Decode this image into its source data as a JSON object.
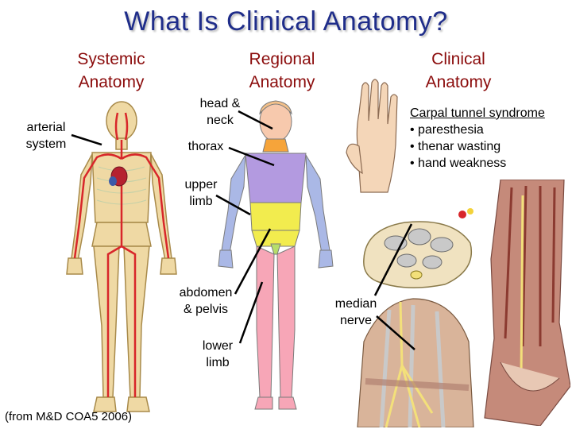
{
  "title": "What Is Clinical Anatomy?",
  "headings": {
    "systemic": [
      "Systemic",
      "Anatomy"
    ],
    "regional": [
      "Regional",
      "Anatomy"
    ],
    "clinical": [
      "Clinical",
      "Anatomy"
    ]
  },
  "labels": {
    "arterial_system": [
      "arterial",
      "system"
    ],
    "head_neck": [
      "head &",
      "neck"
    ],
    "thorax": [
      "thorax"
    ],
    "upper_limb": [
      "upper",
      "limb"
    ],
    "abdomen_pelvis": [
      "abdomen",
      "& pelvis"
    ],
    "lower_limb": [
      "lower",
      "limb"
    ],
    "median_nerve": [
      "median",
      "nerve"
    ]
  },
  "carpal_tunnel": {
    "title": "Carpal tunnel syndrome",
    "symptoms": [
      "• paresthesia",
      "• thenar wasting",
      "• hand weakness"
    ]
  },
  "source": "(from M&D COA5 2006)",
  "colors": {
    "title": "#1f2d8a",
    "heading": "#8b0c0c",
    "region_head": "#f7c9ad",
    "region_neck": "#f6a43a",
    "region_thorax": "#b39ae0",
    "region_upper_limb": "#aab8e6",
    "region_abdomen": "#f2ec4e",
    "region_pelvis": "#b6de6a",
    "region_lower_limb": "#f7a6b7"
  }
}
